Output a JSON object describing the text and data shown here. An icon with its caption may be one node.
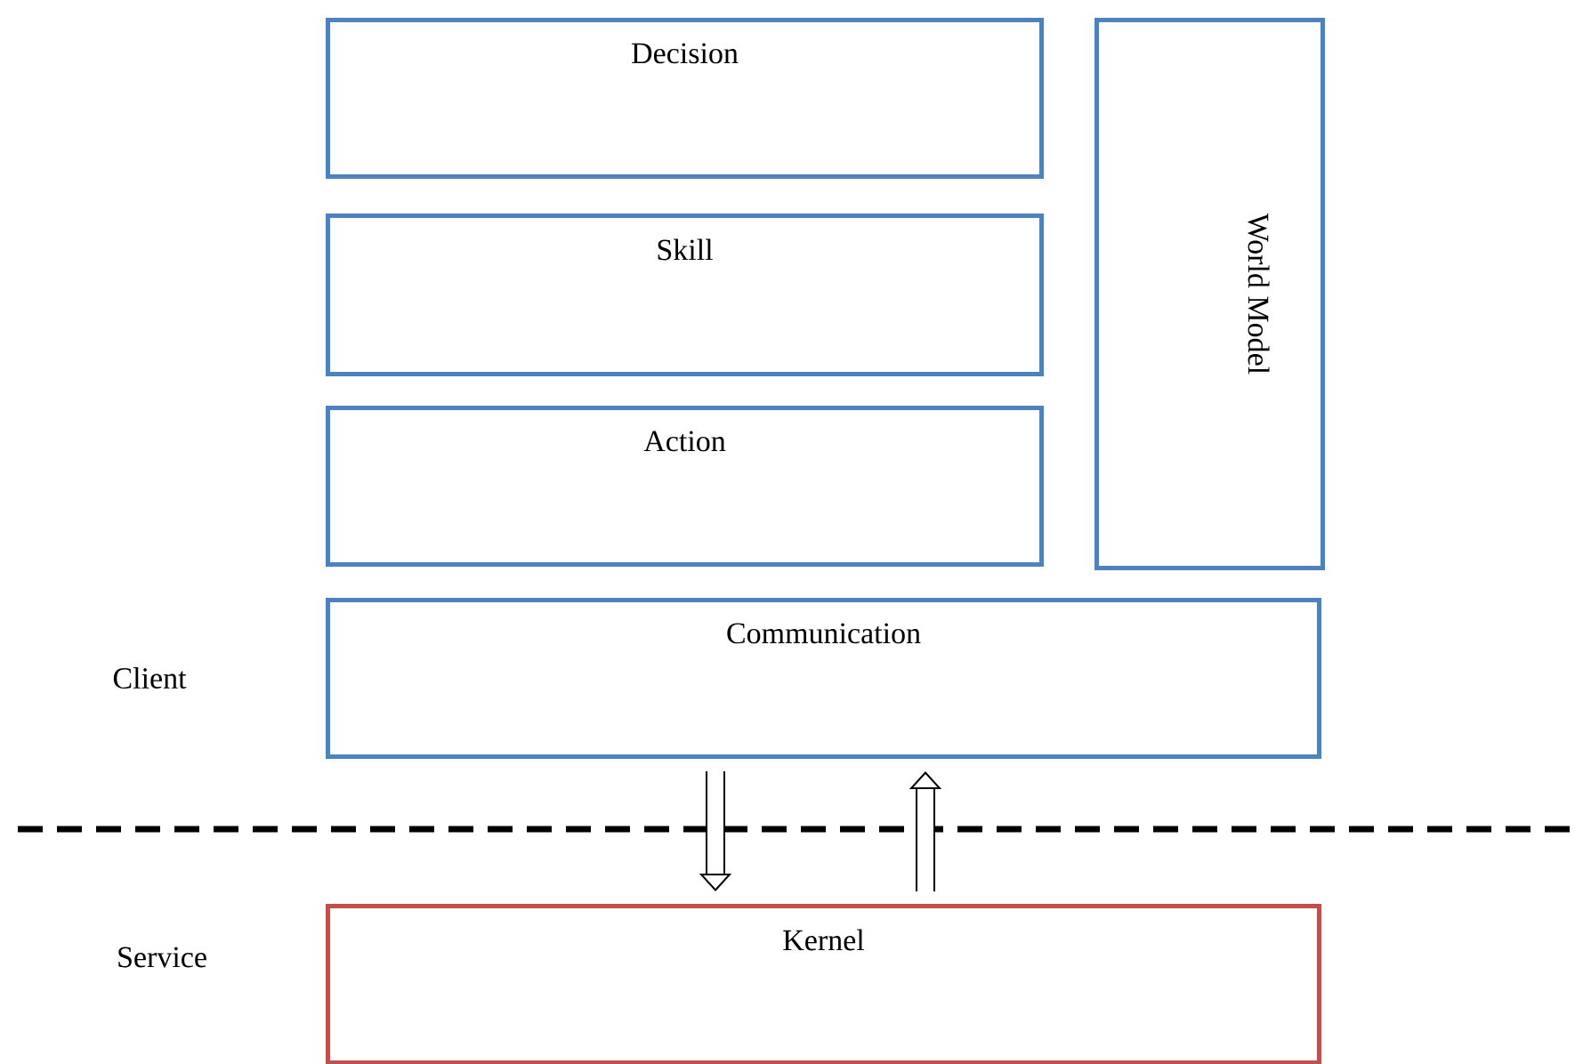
{
  "diagram": {
    "nodes": [
      {
        "text": [
          "Decision"
        ]
      },
      {
        "text": [
          "Skill"
        ]
      },
      {
        "text": [
          "Action"
        ]
      },
      {
        "text": [
          "World Model"
        ]
      },
      {
        "text": [
          "Communication"
        ]
      },
      {
        "text": [
          "Kernel"
        ]
      }
    ],
    "edges": [
      {
        "from": 4,
        "to": 5,
        "arrow": "to"
      },
      {
        "from": 5,
        "to": 4,
        "arrow": "to"
      }
    ],
    "labels": [
      "Client",
      "Service"
    ]
  }
}
